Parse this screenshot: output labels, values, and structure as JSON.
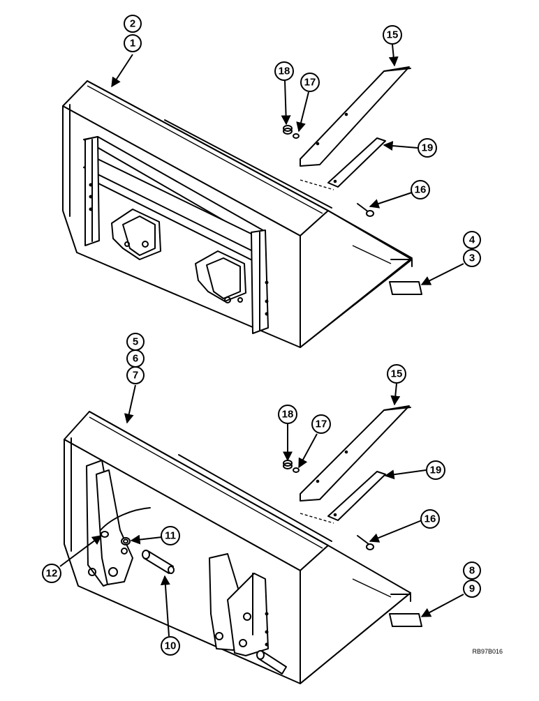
{
  "callouts": {
    "c1": "1",
    "c2": "2",
    "c3": "3",
    "c4": "4",
    "c5": "5",
    "c6": "6",
    "c7": "7",
    "c8": "8",
    "c9": "9",
    "c10": "10",
    "c11": "11",
    "c12": "12",
    "c15a": "15",
    "c16a": "16",
    "c17a": "17",
    "c18a": "18",
    "c19a": "19",
    "c15b": "15",
    "c16b": "16",
    "c17b": "17",
    "c18b": "18",
    "c19b": "19"
  },
  "reference_code": "RB97B016"
}
